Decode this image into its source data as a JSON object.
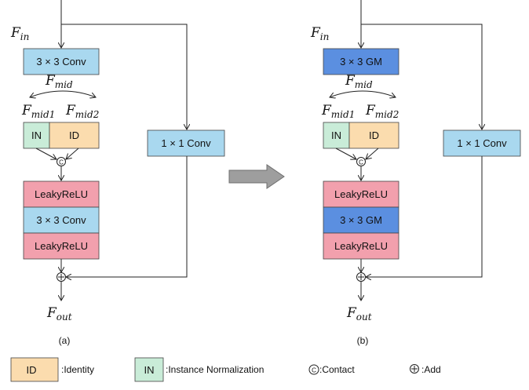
{
  "colors": {
    "conv": "#a9d8ef",
    "gm": "#5b8fe0",
    "leaky": "#f2a0ad",
    "in": "#c9ecd8",
    "id": "#fbdcae",
    "stroke": "#444444",
    "line": "#222222"
  },
  "left": {
    "fin_main": "F",
    "fin_sub": "in",
    "conv1": "3 × 3 Conv",
    "fmid_main": "F",
    "fmid_sub": "mid",
    "fmid1_main": "F",
    "fmid1_sub": "mid1",
    "fmid2_main": "F",
    "fmid2_sub": "mid2",
    "in_label": "IN",
    "id_label": "ID",
    "concat_symbol": "C",
    "leaky1": "LeakyReLU",
    "conv2": "3 × 3 Conv",
    "leaky2": "LeakyReLU",
    "skip": "1 × 1 Conv",
    "fout_main": "F",
    "fout_sub": "out",
    "caption": "(a)"
  },
  "right": {
    "fin_main": "F",
    "fin_sub": "in",
    "conv1": "3 × 3 GM",
    "fmid_main": "F",
    "fmid_sub": "mid",
    "fmid1_main": "F",
    "fmid1_sub": "mid1",
    "fmid2_main": "F",
    "fmid2_sub": "mid2",
    "in_label": "IN",
    "id_label": "ID",
    "concat_symbol": "C",
    "leaky1": "LeakyReLU",
    "conv2": "3 × 3 GM",
    "leaky2": "LeakyReLU",
    "skip": "1 × 1 Conv",
    "fout_main": "F",
    "fout_sub": "out",
    "caption": "(b)"
  },
  "legend": {
    "id_box": "ID",
    "id_text": ":Identity",
    "in_box": "IN",
    "in_text": ":Instance Normalization",
    "concat_symbol": "C",
    "concat_text": ":Contact",
    "add_text": ":Add"
  }
}
